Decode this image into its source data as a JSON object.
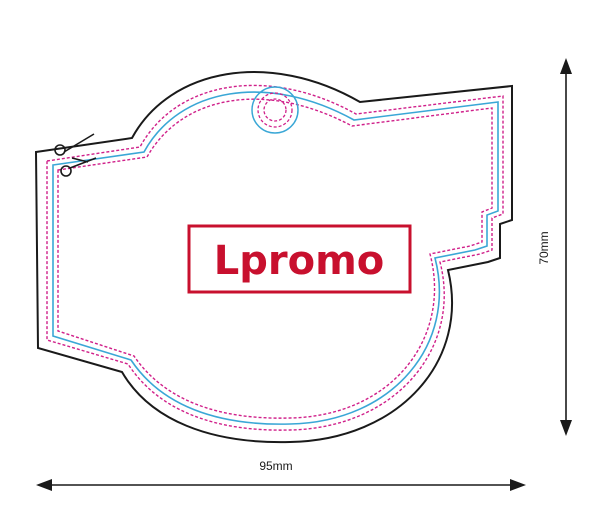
{
  "logo": {
    "text": "Lpromo",
    "color": "#c8102e"
  },
  "dimensions": {
    "width_label": "95mm",
    "height_label": "70mm",
    "width_value": 95,
    "height_value": 70,
    "unit": "mm"
  },
  "lines": {
    "cut_color": "#1a1a1a",
    "bleed_color": "#3aa7d6",
    "safe_color": "#d0208a",
    "arrow_color": "#1a1a1a"
  },
  "icons": {
    "cut_marker": "scissors-icon",
    "hang_hole": "hang-hole-icon"
  }
}
